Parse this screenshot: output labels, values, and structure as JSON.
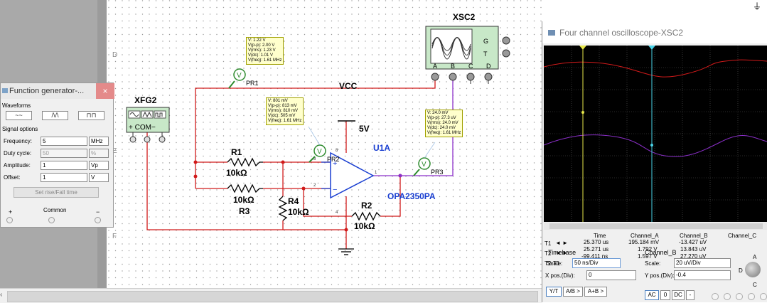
{
  "schematic": {
    "labels": {
      "vcc": "VCC",
      "supply": "5V",
      "opamp_ref": "U1A",
      "opamp_model": "OPA2350PA",
      "r1": "R1",
      "r1_val": "10kΩ",
      "r3": "R3",
      "r3_val": "10kΩ",
      "r4": "R4",
      "r4_val": "10kΩ",
      "r2": "R2",
      "r2_val": "10kΩ",
      "xfg": "XFG2",
      "xfg_terms": "+ COM−",
      "xsc": "XSC2",
      "xsc_g": "G",
      "xsc_t": "T",
      "xsc_a": "A",
      "xsc_b": "B",
      "xsc_c": "C",
      "xsc_d": "D",
      "pr1": "PR1",
      "pr2": "PR2",
      "pr3": "PR3",
      "probe_v": "V",
      "pin_plus": "+",
      "pin_minus": "−",
      "pin_1": "1",
      "pin_2": "2",
      "pin_3": "3",
      "pin_4": "4",
      "pin_8": "8",
      "sheet_d": "D",
      "sheet_e": "E",
      "sheet_f": "F"
    },
    "probe1": [
      "V: 1.22 V",
      "V(p-p): 2.00 V",
      "V(rms): 1.23 V",
      "V(dc): 1.01 V",
      "V(freq): 1.61 MHz"
    ],
    "probe2": [
      "V: 801 mV",
      "V(p-p): 813 mV",
      "V(rms): 810 mV",
      "V(dc): 505 mV",
      "V(freq): 1.61 MHz"
    ],
    "probe3": [
      "V: 24.0 mV",
      "V(p-p): 27.3 uV",
      "V(rms): 24.0 mV",
      "V(dc): 24.0 mV",
      "V(freq): 1.61 MHz"
    ],
    "colors": {
      "wire_red": "#d11a1a",
      "wire_purple": "#8b2fc9",
      "text_blue": "#1a3fd1",
      "probe_green": "#2e8b2e"
    }
  },
  "function_generator": {
    "title": "Function generator-...",
    "close": "×",
    "waveforms_label": "Waveforms",
    "wave_sine": "~~",
    "wave_triangle": "/\\/\\",
    "wave_square": "⊓⊓",
    "signal_options_label": "Signal options",
    "rows": [
      {
        "label": "Frequency:",
        "value": "5",
        "unit": "MHz"
      },
      {
        "label": "Duty cycle:",
        "value": "50",
        "unit": "%"
      },
      {
        "label": "Amplitude:",
        "value": "1",
        "unit": "Vp"
      },
      {
        "label": "Offset:",
        "value": "1",
        "unit": "V"
      }
    ],
    "set_rise_fall": "Set rise/Fall time",
    "plus": "+",
    "common": "Common",
    "minus": "−"
  },
  "oscilloscope": {
    "title": "Four channel oscilloscope-XSC2",
    "t1": "T1",
    "t2": "T2",
    "t2t1": "T2-T1",
    "headers": [
      "Time",
      "Channel_A",
      "Channel_B",
      "Channel_C"
    ],
    "row_t1": [
      "25.370 us",
      "195.184 mV",
      "-13.427 uV"
    ],
    "row_t2": [
      "25.271 us",
      "1.792 V",
      "13.843 uV"
    ],
    "row_dt": [
      "-99.411 ns",
      "1.597 V",
      "27.270 uV"
    ],
    "timebase_label": "Timebase",
    "timebase_scale_label": "Scale:",
    "timebase_scale": "50 ns/Div",
    "xpos_label": "X pos.(Div):",
    "xpos": "0",
    "channel_label": "Channel_B",
    "channel_scale_label": "Scale:",
    "channel_scale": "20 uV/Div",
    "ypos_label": "Y pos.(Div):",
    "ypos": "-0.4",
    "btn_yt": "Y/T",
    "btn_ab": "A/B >",
    "btn_apb": "A+B >",
    "btn_ac": "AC",
    "btn_0": "0",
    "btn_dc": "DC",
    "btn_minus": "-",
    "knob_a": "A",
    "knob_d": "D",
    "knob_c": "C",
    "arrows": "◄ ►",
    "trace_colors": {
      "a": "#d11a1a",
      "b": "#8b2fc9",
      "cursor1": "#e8e84a",
      "cursor2": "#4ad3e8"
    }
  }
}
